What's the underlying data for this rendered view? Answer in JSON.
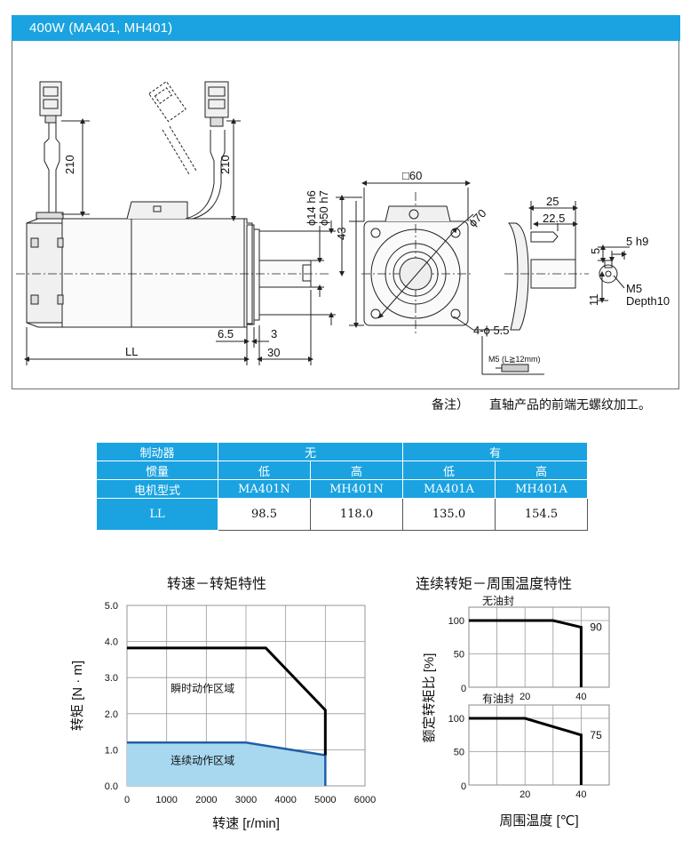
{
  "header": {
    "title": "400W  (MA401, MH401)"
  },
  "drawing": {
    "dim_210_left": "210",
    "dim_210_right": "210",
    "dim_shaft_dia": "ϕ14 h6",
    "dim_spigot_dia": "ϕ50 h7",
    "dim_43": "43",
    "dim_LL": "LL",
    "dim_6_5": "6.5",
    "dim_3": "3",
    "dim_30": "30",
    "dim_square": "□60",
    "dim_pcd": "ϕ70",
    "dim_holes": "4-ϕ 5.5",
    "dim_25": "25",
    "dim_22_5": "22.5",
    "dim_5": "5",
    "dim_key": "5 h9",
    "dim_11": "11",
    "dim_m5": "M5",
    "dim_depth": "Depth10",
    "dim_m5_note": "M5 (L≧12mm)"
  },
  "note": {
    "label": "备注）",
    "text": "直轴产品的前端无螺纹加工。"
  },
  "spec_table": {
    "brake_label": "制动器",
    "brake_no": "无",
    "brake_yes": "有",
    "inertia_label": "惯量",
    "low": "低",
    "high": "高",
    "model_label": "电机型式",
    "models": [
      "MA401N",
      "MH401N",
      "MA401A",
      "MH401A"
    ],
    "row_label": "LL",
    "values": [
      "98.5",
      "118.0",
      "135.0",
      "154.5"
    ]
  },
  "chart_data": [
    {
      "type": "area",
      "title": "转速－转矩特性",
      "xlabel": "转速 [r/min]",
      "ylabel": "转矩 [N · m]",
      "xlim": [
        0,
        6000
      ],
      "ylim": [
        0,
        5.0
      ],
      "xticks": [
        "0",
        "1000",
        "2000",
        "3000",
        "4000",
        "5000",
        "6000"
      ],
      "yticks": [
        "0.0",
        "1.0",
        "2.0",
        "3.0",
        "4.0",
        "5.0"
      ],
      "grid": true,
      "series": [
        {
          "name": "瞬时动作区域",
          "x": [
            0,
            3500,
            5000,
            5000
          ],
          "y": [
            3.82,
            3.82,
            2.1,
            0.85
          ]
        },
        {
          "name": "连续动作区域",
          "x": [
            0,
            3000,
            5000
          ],
          "y": [
            1.2,
            1.2,
            0.85
          ]
        }
      ],
      "colors": {
        "peak": "#000000",
        "continuous_line": "#1f5fa8",
        "continuous_fill": "#a8d8f0"
      }
    },
    {
      "type": "line",
      "title": "连续转矩－周围温度特性",
      "ylabel": "额定转矩比 [%]",
      "xlabel": "周围温度 [℃]",
      "panels": [
        {
          "label": "无油封",
          "x": [
            0,
            30,
            40,
            40
          ],
          "y": [
            100,
            100,
            90,
            0
          ],
          "end_label": "90",
          "xlim": [
            0,
            50
          ],
          "ylim": [
            0,
            120
          ],
          "xticks": [
            "0",
            "20",
            "40"
          ],
          "yticks": [
            "50",
            "100"
          ]
        },
        {
          "label": "有油封",
          "x": [
            0,
            20,
            40,
            40
          ],
          "y": [
            100,
            100,
            75,
            0
          ],
          "end_label": "75",
          "xlim": [
            0,
            50
          ],
          "ylim": [
            0,
            120
          ],
          "xticks": [
            "0",
            "20",
            "40"
          ],
          "yticks": [
            "50",
            "100"
          ]
        }
      ]
    }
  ]
}
